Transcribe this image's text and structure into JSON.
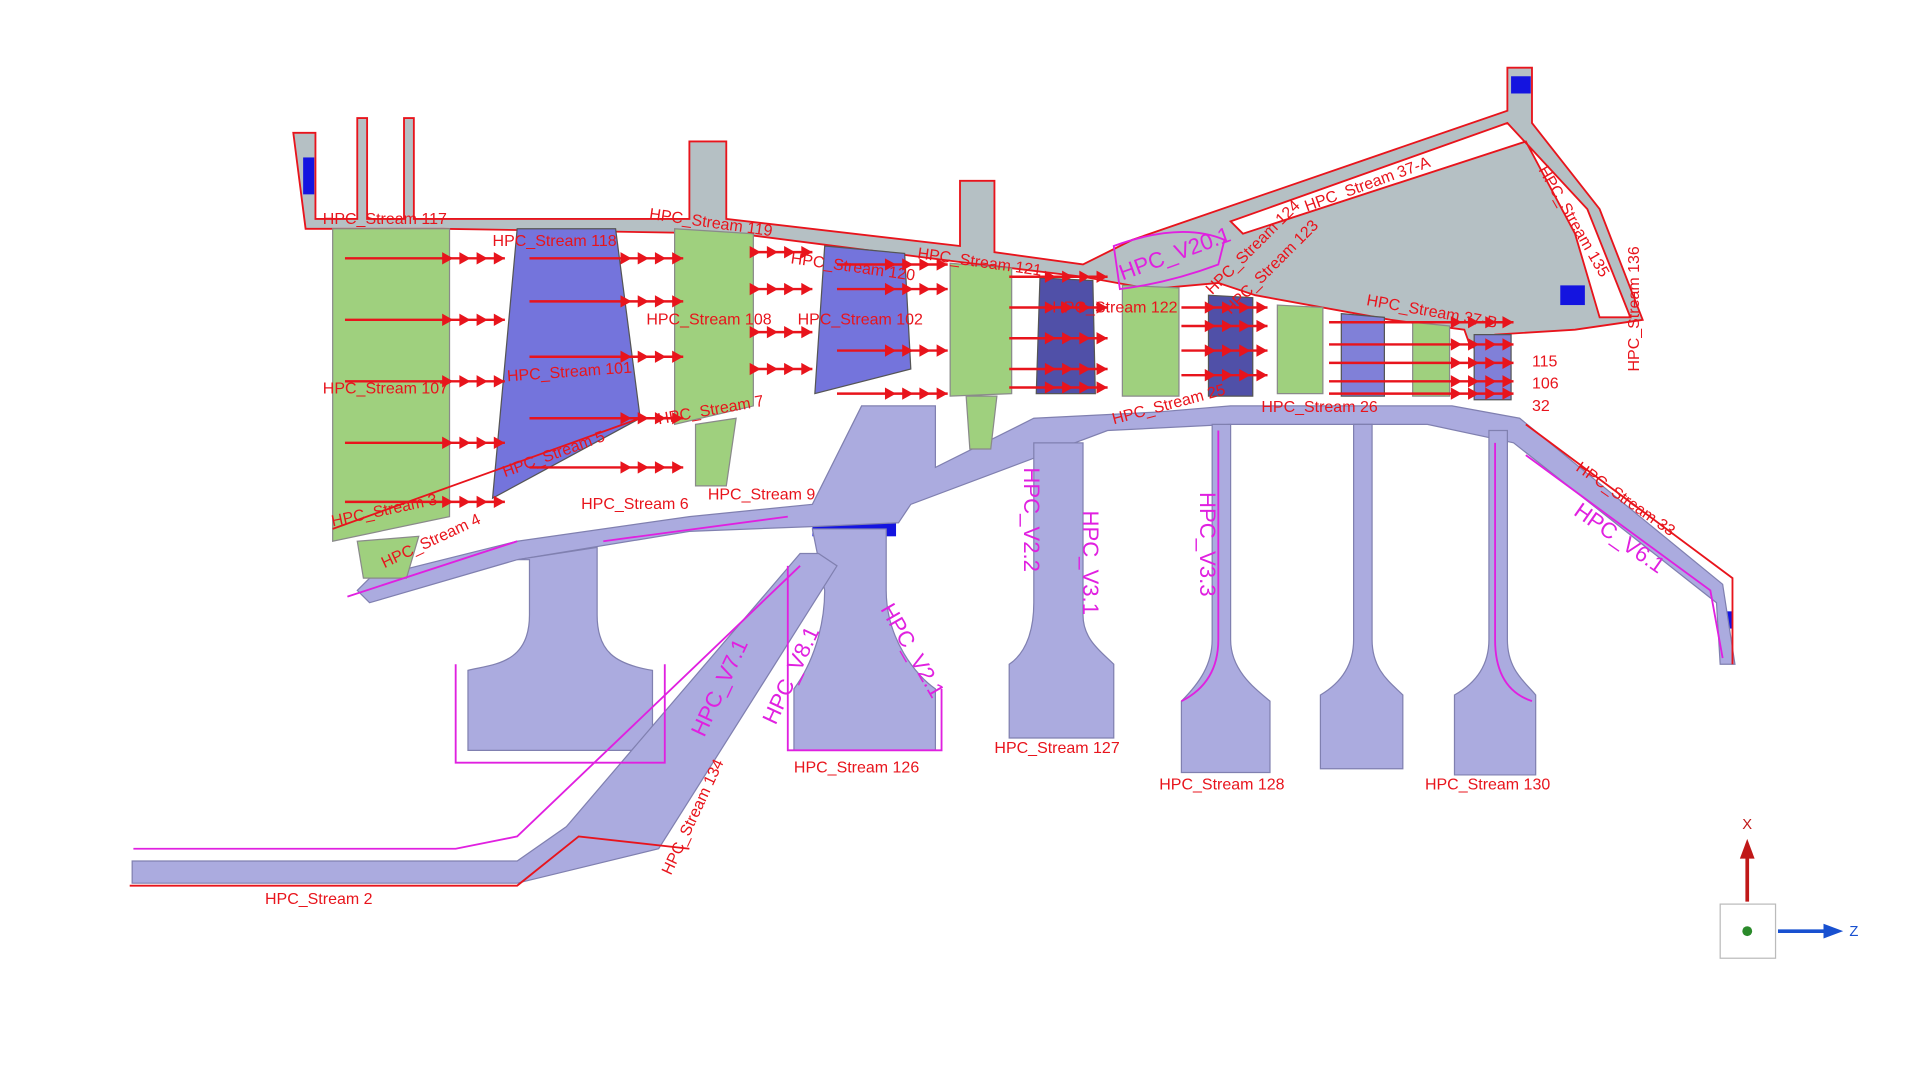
{
  "diagram": {
    "stream_labels": {
      "s117": "HPC_Stream 117",
      "s118": "HPC_Stream 118",
      "s119": "HPC_Stream 119",
      "s120": "HPC_Stream 120",
      "s121": "HPC_Stream 121",
      "s122": "HPC_Stream 122",
      "s123": "HPC_Stream 123",
      "s124": "HPC_Stream 124",
      "s108": "HPC_Stream 108",
      "s102": "HPC_Stream 102",
      "s101": "HPC_Stream 101",
      "s107": "HPC_Stream 107",
      "s5": "HPC_Stream 5",
      "s3": "HPC_Stream 3",
      "s4": "HPC_Stream 4",
      "s6": "HPC_Stream 6",
      "s9": "HPC_Stream 9",
      "s7": "HPC_Stream 7",
      "s37a": "HPC_Stream 37-A",
      "s37b": "HPC_Stream 37-B",
      "s135": "HPC_Stream 135",
      "s136": "HPC_Stream 136",
      "s33": "HPC_Stream 33",
      "s134": "HPC_Stream 134",
      "s2": "HPC_Stream 2",
      "s126": "HPC_Stream 126",
      "s127": "HPC_Stream 127",
      "s128": "HPC_Stream 128",
      "s130": "HPC_Stream 130",
      "s25": "HPC_Stream 25",
      "s26": "HPC_Stream 26",
      "s115": "115",
      "s106": "106",
      "s32": "32"
    },
    "volume_labels": {
      "v20_1": "HPC_V20.1",
      "v2_2": "HPC_V2.2",
      "v3_1": "HPC_V3.1",
      "v3_3": "HPC_V3.3",
      "v6_1": "HPC_V6.1",
      "v2_1": "HPC_V2.1",
      "v8_1": "HPC_V8.1",
      "v7_1": "HPC_V7.1"
    },
    "triad": {
      "x_label": "X",
      "z_label": "Z"
    },
    "colors": {
      "boundary": "#e8141c",
      "volume": "#e020e0",
      "rotor_blade": "#9fd07e",
      "stator_vane": "#7474dc",
      "disk": "#ababdf",
      "casing": "#b5c0c4"
    }
  }
}
